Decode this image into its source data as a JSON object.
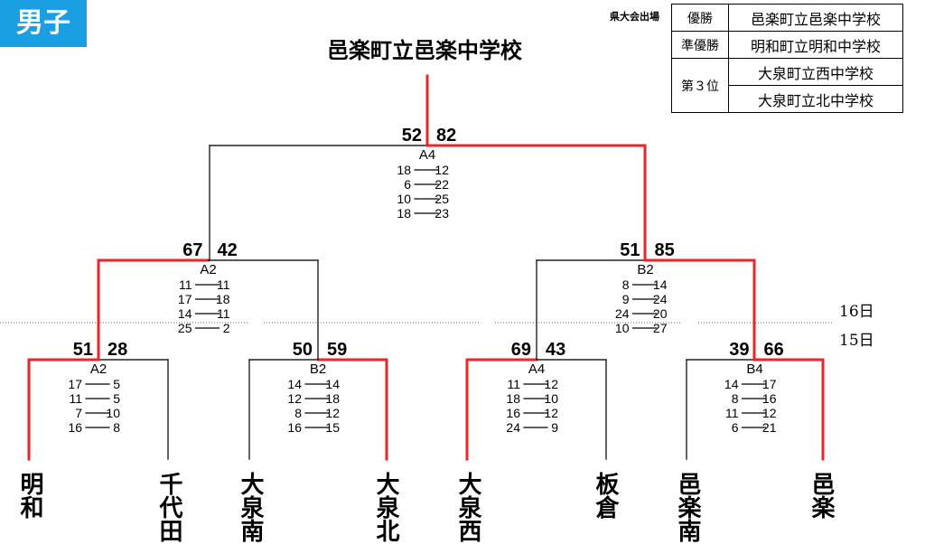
{
  "header": {
    "badge": "男子",
    "champion_title": "邑楽町立邑楽中学校"
  },
  "results": {
    "caption": "県大会出場",
    "rows": [
      {
        "rank": "優勝",
        "school": "邑楽町立邑楽中学校"
      },
      {
        "rank": "準優勝",
        "school": "明和町立明和中学校"
      },
      {
        "rank": "第３位",
        "school": "大泉町立西中学校"
      },
      {
        "rank": "",
        "school": "大泉町立北中学校"
      }
    ]
  },
  "day_labels": {
    "upper": "16日",
    "lower": "15日"
  },
  "teams": [
    "明和",
    "千代田",
    "大泉南",
    "大泉北",
    "大泉西",
    "板倉",
    "邑楽南",
    "邑楽"
  ],
  "matches": [
    {
      "id": "r1-1",
      "court": "A2",
      "left_score": "51",
      "right_score": "28",
      "winner": "left",
      "sets": [
        [
          "17",
          "5"
        ],
        [
          "11",
          "5"
        ],
        [
          "7",
          "10"
        ],
        [
          "16",
          "8"
        ]
      ]
    },
    {
      "id": "r1-2",
      "court": "B2",
      "left_score": "50",
      "right_score": "59",
      "winner": "right",
      "sets": [
        [
          "14",
          "14"
        ],
        [
          "12",
          "18"
        ],
        [
          "8",
          "12"
        ],
        [
          "16",
          "15"
        ]
      ]
    },
    {
      "id": "r1-3",
      "court": "A4",
      "left_score": "69",
      "right_score": "43",
      "winner": "left",
      "sets": [
        [
          "11",
          "12"
        ],
        [
          "18",
          "10"
        ],
        [
          "16",
          "12"
        ],
        [
          "24",
          "9"
        ]
      ]
    },
    {
      "id": "r1-4",
      "court": "B4",
      "left_score": "39",
      "right_score": "66",
      "winner": "right",
      "sets": [
        [
          "14",
          "17"
        ],
        [
          "8",
          "16"
        ],
        [
          "11",
          "12"
        ],
        [
          "6",
          "21"
        ]
      ]
    },
    {
      "id": "sf-1",
      "court": "A2",
      "left_score": "67",
      "right_score": "42",
      "winner": "left",
      "sets": [
        [
          "11",
          "11"
        ],
        [
          "17",
          "18"
        ],
        [
          "14",
          "11"
        ],
        [
          "25",
          "2"
        ]
      ]
    },
    {
      "id": "sf-2",
      "court": "B2",
      "left_score": "51",
      "right_score": "85",
      "winner": "right",
      "sets": [
        [
          "8",
          "14"
        ],
        [
          "9",
          "24"
        ],
        [
          "24",
          "20"
        ],
        [
          "10",
          "27"
        ]
      ]
    },
    {
      "id": "final",
      "court": "A4",
      "left_score": "52",
      "right_score": "82",
      "winner": "right",
      "sets": [
        [
          "18",
          "12"
        ],
        [
          "6",
          "22"
        ],
        [
          "10",
          "25"
        ],
        [
          "18",
          "23"
        ]
      ]
    }
  ],
  "colors": {
    "winner_line": "#e8262b",
    "loser_line": "#222222",
    "badge": "#1a9fe3"
  }
}
